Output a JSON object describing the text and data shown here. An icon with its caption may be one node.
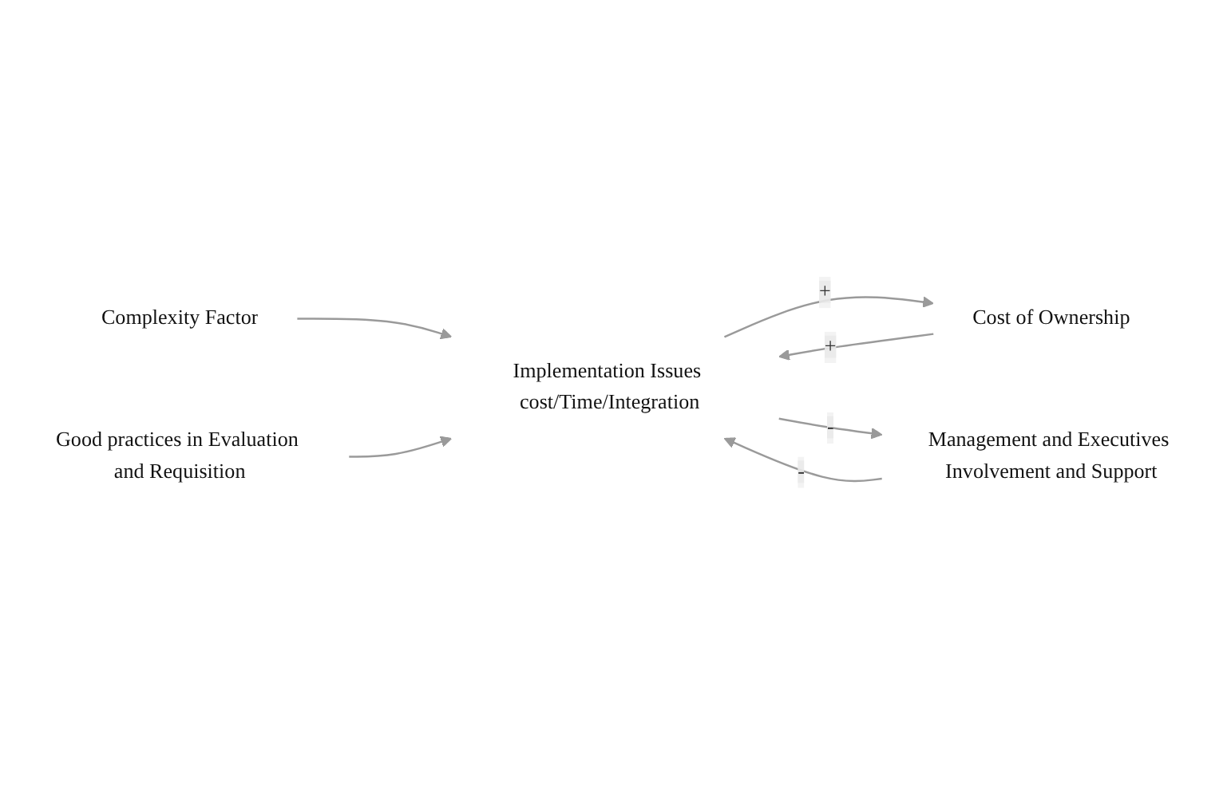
{
  "diagram": {
    "nodes": [
      {
        "text": [
          "Complexity Factor"
        ]
      },
      {
        "text": [
          "Management and Executives Involvement and Support"
        ]
      },
      {
        "text": [
          "Implementation Issues cost/Time/Integration"
        ]
      },
      {
        "text": [
          "Cost of Ownership"
        ]
      },
      {
        "text": [
          "Good practices in Evaluation and Requisition"
        ]
      }
    ],
    "edges": [
      {
        "from": 1,
        "to": 2,
        "arrow": "to",
        "label": "-"
      },
      {
        "from": 0,
        "to": 2,
        "arrow": "to"
      },
      {
        "from": 2,
        "to": 3,
        "arrow": "to",
        "label": "+"
      },
      {
        "from": 3,
        "to": 2,
        "arrow": "to",
        "label": "+"
      },
      {
        "from": 4,
        "to": 2,
        "arrow": "to"
      },
      {
        "from": 2,
        "to": 1,
        "arrow": "to",
        "label": "-"
      }
    ]
  }
}
